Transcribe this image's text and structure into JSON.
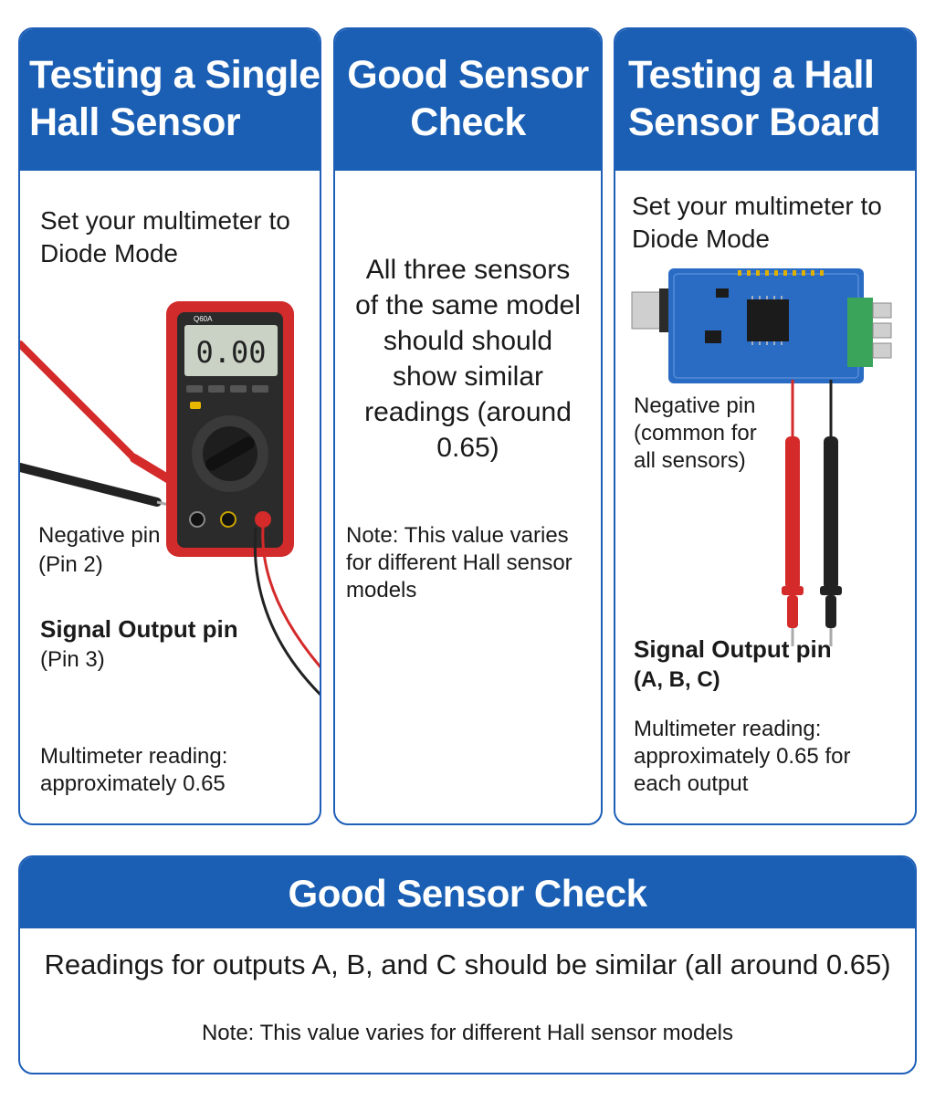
{
  "card_single": {
    "title": "Testing a Single Hall Sensor",
    "instruction": "Set your multimeter to Diode Mode",
    "meter_display": "0.00",
    "meter_brand": "Q60A",
    "negative_label": "Negative pin",
    "negative_pin": "(Pin 2)",
    "signal_label": "Signal Output pin",
    "signal_pin": "(Pin 3)",
    "reading_label": "Multimeter reading:",
    "reading_value": "approximately 0.65"
  },
  "card_good": {
    "title": "Good Sensor Check",
    "body": "All three sensors of the same model should should show similar readings (around 0.65)",
    "note": "Note: This value varies for different Hall sensor models"
  },
  "card_board": {
    "title": "Testing a Hall Sensor Board",
    "instruction": "Set your multimeter to Diode Mode",
    "negative_label": "Negative pin (common for all sensors)",
    "signal_label": "Signal Output pin",
    "signal_pins": "(A, B, C)",
    "reading_label": "Multimeter reading: approximately 0.65 for each output"
  },
  "bottom_card": {
    "title": "Good Sensor Check",
    "body": "Readings for outputs A, B, and C should be similar (all around 0.65)",
    "note": "Note: This value varies for different Hall sensor models"
  },
  "colors": {
    "header_blue": "#1a5fb4",
    "probe_red": "#d42a2a",
    "probe_black": "#222222",
    "meter_red": "#d22b2b",
    "board_blue": "#2a6bc4",
    "terminal_green": "#3aa55a"
  }
}
